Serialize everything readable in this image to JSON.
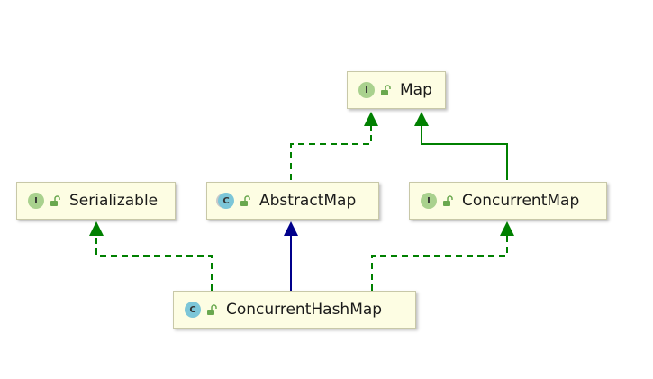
{
  "nodes": {
    "map": {
      "label": "Map",
      "kind": "interface",
      "badge": "I"
    },
    "serializable": {
      "label": "Serializable",
      "kind": "interface",
      "badge": "I"
    },
    "abstract_map": {
      "label": "AbstractMap",
      "kind": "abstract-class",
      "badge": "C"
    },
    "concurrent_map": {
      "label": "ConcurrentMap",
      "kind": "interface",
      "badge": "I"
    },
    "concurrent_hash_map": {
      "label": "ConcurrentHashMap",
      "kind": "class",
      "badge": "C"
    }
  },
  "edges": [
    {
      "from": "abstract_map",
      "to": "map",
      "style": "dashed",
      "color": "#008000"
    },
    {
      "from": "concurrent_map",
      "to": "map",
      "style": "solid",
      "color": "#008000"
    },
    {
      "from": "concurrent_hash_map",
      "to": "serializable",
      "style": "dashed",
      "color": "#008000"
    },
    {
      "from": "concurrent_hash_map",
      "to": "abstract_map",
      "style": "solid",
      "color": "#00008b"
    },
    {
      "from": "concurrent_hash_map",
      "to": "concurrent_map",
      "style": "dashed",
      "color": "#008000"
    }
  ],
  "colors": {
    "interface_badge": "#a9d18e",
    "class_badge": "#7cc6d8",
    "node_fill": "#fdfde3",
    "implements_arrow": "#008000",
    "extends_arrow": "#00008b"
  },
  "icons": {
    "interface": "interface-badge-icon",
    "class": "class-badge-icon",
    "abstract-class": "abstract-class-badge-icon",
    "visibility": "unlocked-padlock-icon"
  }
}
